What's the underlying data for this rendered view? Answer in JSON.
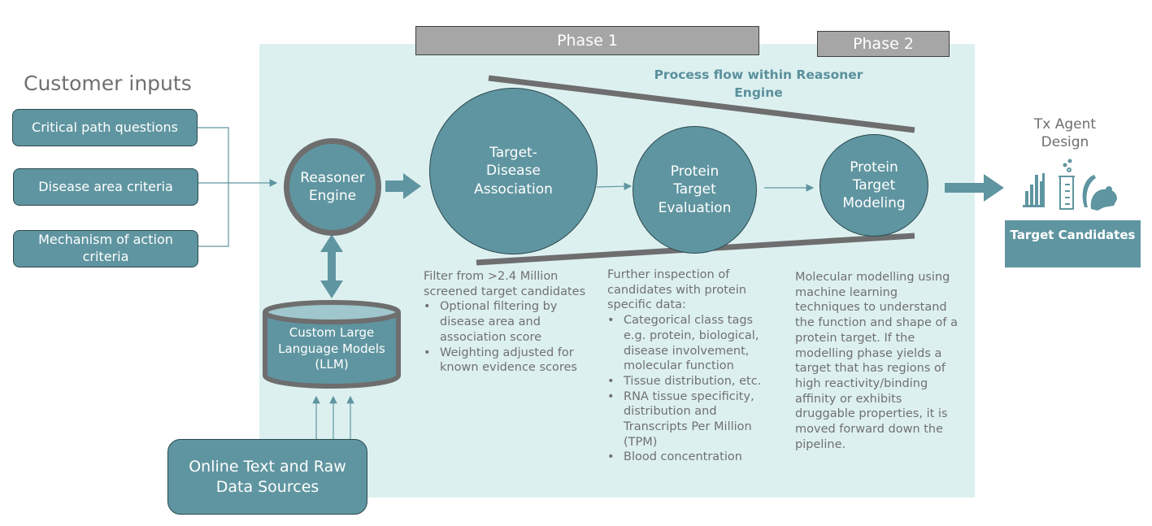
{
  "customer_inputs": {
    "title": "Customer inputs",
    "items": [
      "Critical path questions",
      "Disease area criteria",
      "Mechanism of action criteria"
    ]
  },
  "phases": {
    "phase1": "Phase 1",
    "phase2": "Phase 2"
  },
  "process_flow_title": "Process flow within Reasoner Engine",
  "reasoner_engine": "Reasoner Engine",
  "llm": "Custom Large Language Models (LLM)",
  "data_sources": "Online Text and Raw Data Sources",
  "stages": [
    {
      "label": "Target-\nDisease\nAssociation",
      "intro": "Filter from >2.4 Million screened target candidates",
      "bullets": [
        "Optional filtering by disease area and association score",
        "Weighting adjusted for known evidence scores"
      ]
    },
    {
      "label": "Protein\nTarget\nEvaluation",
      "intro": "Further inspection of candidates with protein specific data:",
      "bullets": [
        "Categorical class tags e.g. protein, biological, disease involvement, molecular function",
        "Tissue distribution, etc.",
        "RNA tissue specificity, distribution and Transcripts Per Million (TPM)",
        "Blood concentration"
      ]
    },
    {
      "label": "Protein\nTarget\nModeling",
      "intro": "Molecular modelling using machine learning techniques to understand the function and shape of a protein target. If the modelling phase yields a target that has regions of high reactivity/binding affinity or exhibits druggable properties, it is moved forward down the pipeline.",
      "bullets": []
    }
  ],
  "output": {
    "title": "Tx Agent Design",
    "icons": [
      "bar-chart-icon",
      "beaker-icon",
      "rat-icon"
    ],
    "label": "Target Candidates"
  },
  "colors": {
    "teal": "#5f95a0",
    "panel": "#ddf0f0",
    "gray_bar": "#6e6e6e",
    "phase_fill": "#a6a6a6",
    "accent_text": "#5a909c"
  }
}
